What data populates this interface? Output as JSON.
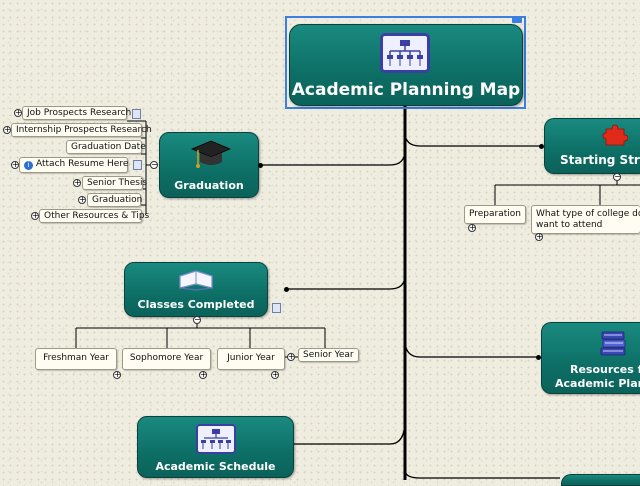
{
  "central": {
    "title": "Academic Planning Map",
    "icon": "org-chart-icon"
  },
  "topics": {
    "graduation": {
      "title": "Graduation",
      "icon": "graduation-cap-icon"
    },
    "classes_completed": {
      "title": "Classes Completed",
      "icon": "open-book-icon"
    },
    "academic_schedule": {
      "title": "Academic Schedule",
      "icon": "org-chart-icon"
    },
    "starting_strategies": {
      "title": "Starting Stra",
      "icon": "puzzle-piece-icon"
    },
    "resources": {
      "line1": "Resources f",
      "line2": "Academic Plan",
      "icon": "books-icon"
    }
  },
  "graduation_items": [
    "Job Prospects Research",
    "Internship Prospects Research",
    "Graduation Date",
    "Attach Resume Here",
    "Senior Thesis",
    "Graduation",
    "Other Resources & Tips"
  ],
  "classes_items": [
    "Freshman Year",
    "Sophomore Year",
    "Junior Year",
    "Senior Year"
  ],
  "starting_items": {
    "preparation": "Preparation",
    "college_line1": "What type of college do",
    "college_line2": "want to attend"
  },
  "colors": {
    "topic_fill": "#0d6f66",
    "background": "#efece0",
    "selection": "#3b7fe0"
  }
}
